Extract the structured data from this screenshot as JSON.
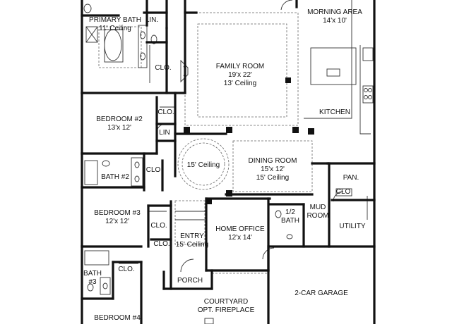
{
  "colors": {
    "wall": "#111111",
    "line": "#333333",
    "dash": "#666666",
    "background": "#ffffff"
  },
  "rooms": {
    "primary_bath": {
      "name": "PRIMARY BATH",
      "sub": "11' Ceiling"
    },
    "lin_top": {
      "name": "LIN."
    },
    "morning_area": {
      "name": "MORNING AREA",
      "sub": "14'x 10'"
    },
    "family_room": {
      "name": "FAMILY ROOM",
      "dims": "19'x 22'",
      "ceiling": "13' Ceiling"
    },
    "clo_primary": {
      "name": "CLO."
    },
    "kitchen": {
      "name": "KITCHEN"
    },
    "bedroom2": {
      "name": "BEDROOM #2",
      "sub": "13'x 12'"
    },
    "clo_bed2": {
      "name": "CLO."
    },
    "lin_mid": {
      "name": "LIN"
    },
    "rotunda": {
      "name": "15' Ceiling"
    },
    "dining_room": {
      "name": "DINING ROOM",
      "dims": "15'x 12'",
      "ceiling": "15' Ceiling"
    },
    "bath2": {
      "name": "BATH #2"
    },
    "clo_bath2": {
      "name": "CLO"
    },
    "pantry": {
      "name": "PAN."
    },
    "clo_pantry": {
      "name": "CLO"
    },
    "bedroom3": {
      "name": "BEDROOM #3",
      "sub": "12'x 12'"
    },
    "half_bath": {
      "name": "1/2",
      "sub": "BATH"
    },
    "mud_room": {
      "name": "MUD",
      "sub": "ROOM"
    },
    "utility": {
      "name": "UTILITY"
    },
    "clo_bed3": {
      "name": "CLO."
    },
    "home_office": {
      "name": "HOME OFFICE",
      "sub": "12'x 14'"
    },
    "entry": {
      "name": "ENTRY",
      "sub": "15' Ceiling"
    },
    "clo_entry": {
      "name": "CLO."
    },
    "bath3": {
      "name": "BATH",
      "sub": "#3"
    },
    "clo_bath3": {
      "name": "CLO."
    },
    "porch": {
      "name": "PORCH"
    },
    "courtyard": {
      "name": "COURTYARD",
      "sub": "OPT. FIREPLACE"
    },
    "garage": {
      "name": "2-CAR GARAGE"
    },
    "bedroom4": {
      "name": "BEDROOM #4"
    }
  }
}
